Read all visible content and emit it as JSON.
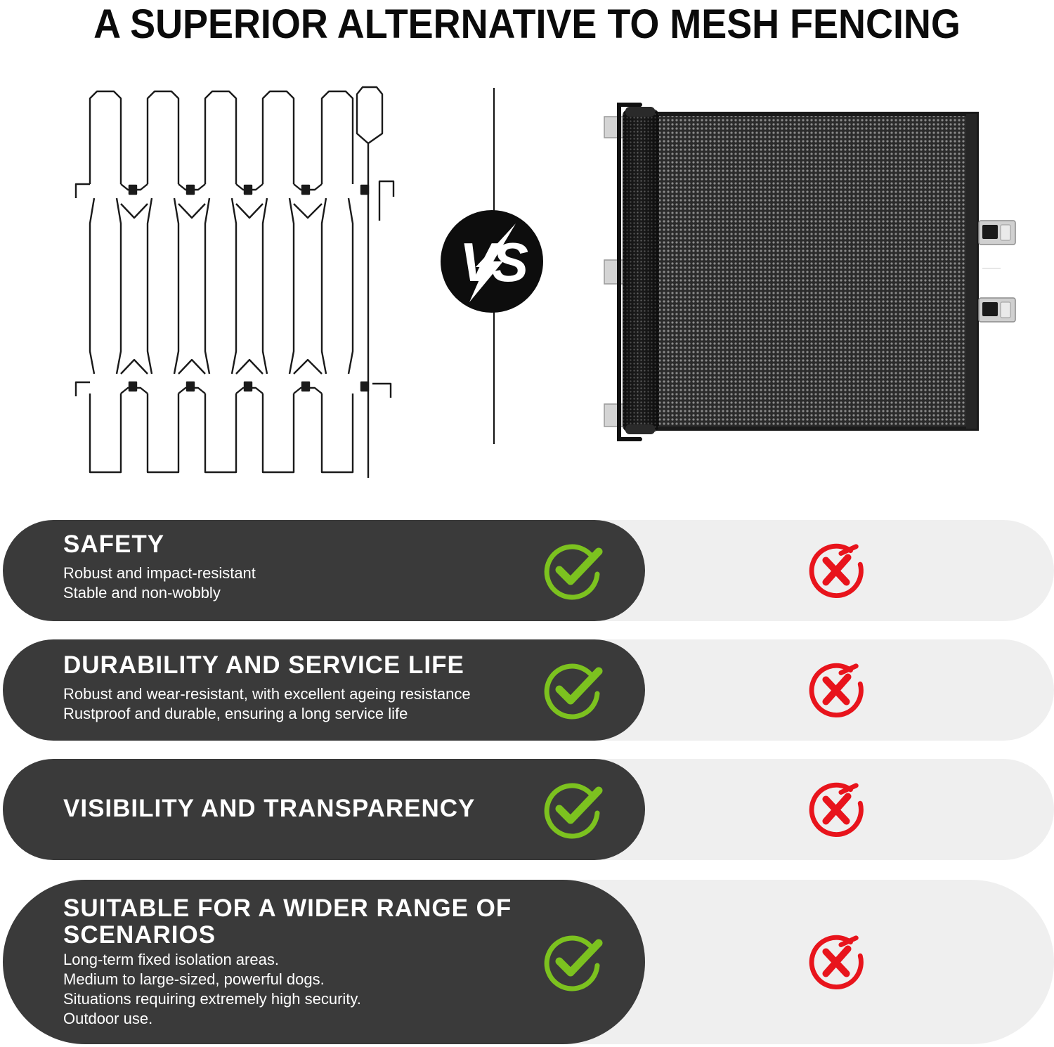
{
  "headline": "A SUPERIOR ALTERNATIVE TO MESH FENCING",
  "vs_badge": "VS",
  "icons": {
    "check": "green-check-icon",
    "cross": "red-cross-icon",
    "lightning": "lightning-bolt-icon"
  },
  "colors": {
    "dark_row": "#3a3a3a",
    "light_row": "#efefef",
    "check_green": "#7cc21f",
    "cross_red": "#e8141c"
  },
  "rows": [
    {
      "title": "SAFETY",
      "lines": [
        "Robust and impact-resistant",
        "Stable and non-wobbly"
      ]
    },
    {
      "title": "DURABILITY AND SERVICE LIFE",
      "lines": [
        "Robust and wear-resistant, with excellent ageing resistance",
        "Rustproof and durable, ensuring a long service life"
      ]
    },
    {
      "title": "VISIBILITY AND TRANSPARENCY",
      "lines": []
    },
    {
      "title": "SUITABLE FOR A WIDER RANGE OF SCENARIOS",
      "lines": [
        "Long-term fixed isolation areas.",
        "Medium to large-sized, powerful dogs.",
        "Situations requiring extremely high security.",
        "Outdoor use."
      ]
    }
  ]
}
